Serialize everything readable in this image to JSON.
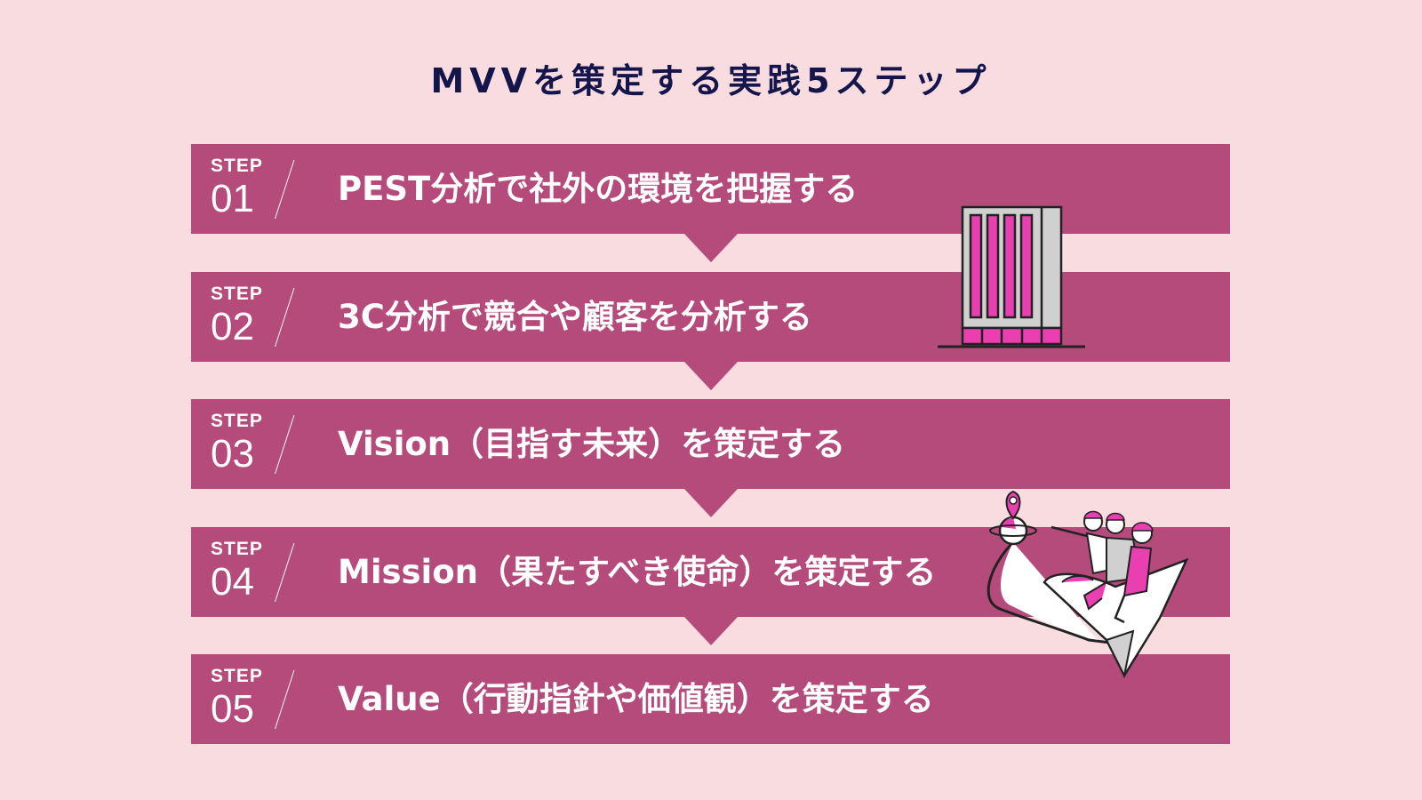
{
  "title": "MVVを策定する実践5ステップ",
  "colors": {
    "background": "#f9dce0",
    "bar": "#b54b7a",
    "title": "#14154a",
    "accent_pink": "#e93fb0",
    "gray": "#d0d0d0"
  },
  "steps": [
    {
      "label": "STEP",
      "number": "01",
      "text": "PEST分析で社外の環境を把握する"
    },
    {
      "label": "STEP",
      "number": "02",
      "text": "3C分析で競合や顧客を分析する"
    },
    {
      "label": "STEP",
      "number": "03",
      "text": "Vision（目指す未来）を策定する"
    },
    {
      "label": "STEP",
      "number": "04",
      "text": "Mission（果たすべき使命）を策定する"
    },
    {
      "label": "STEP",
      "number": "05",
      "text": "Value（行動指針や価値観）を策定する"
    }
  ],
  "illustrations": [
    {
      "name": "building-illustration"
    },
    {
      "name": "people-on-paper-plane-illustration"
    }
  ]
}
